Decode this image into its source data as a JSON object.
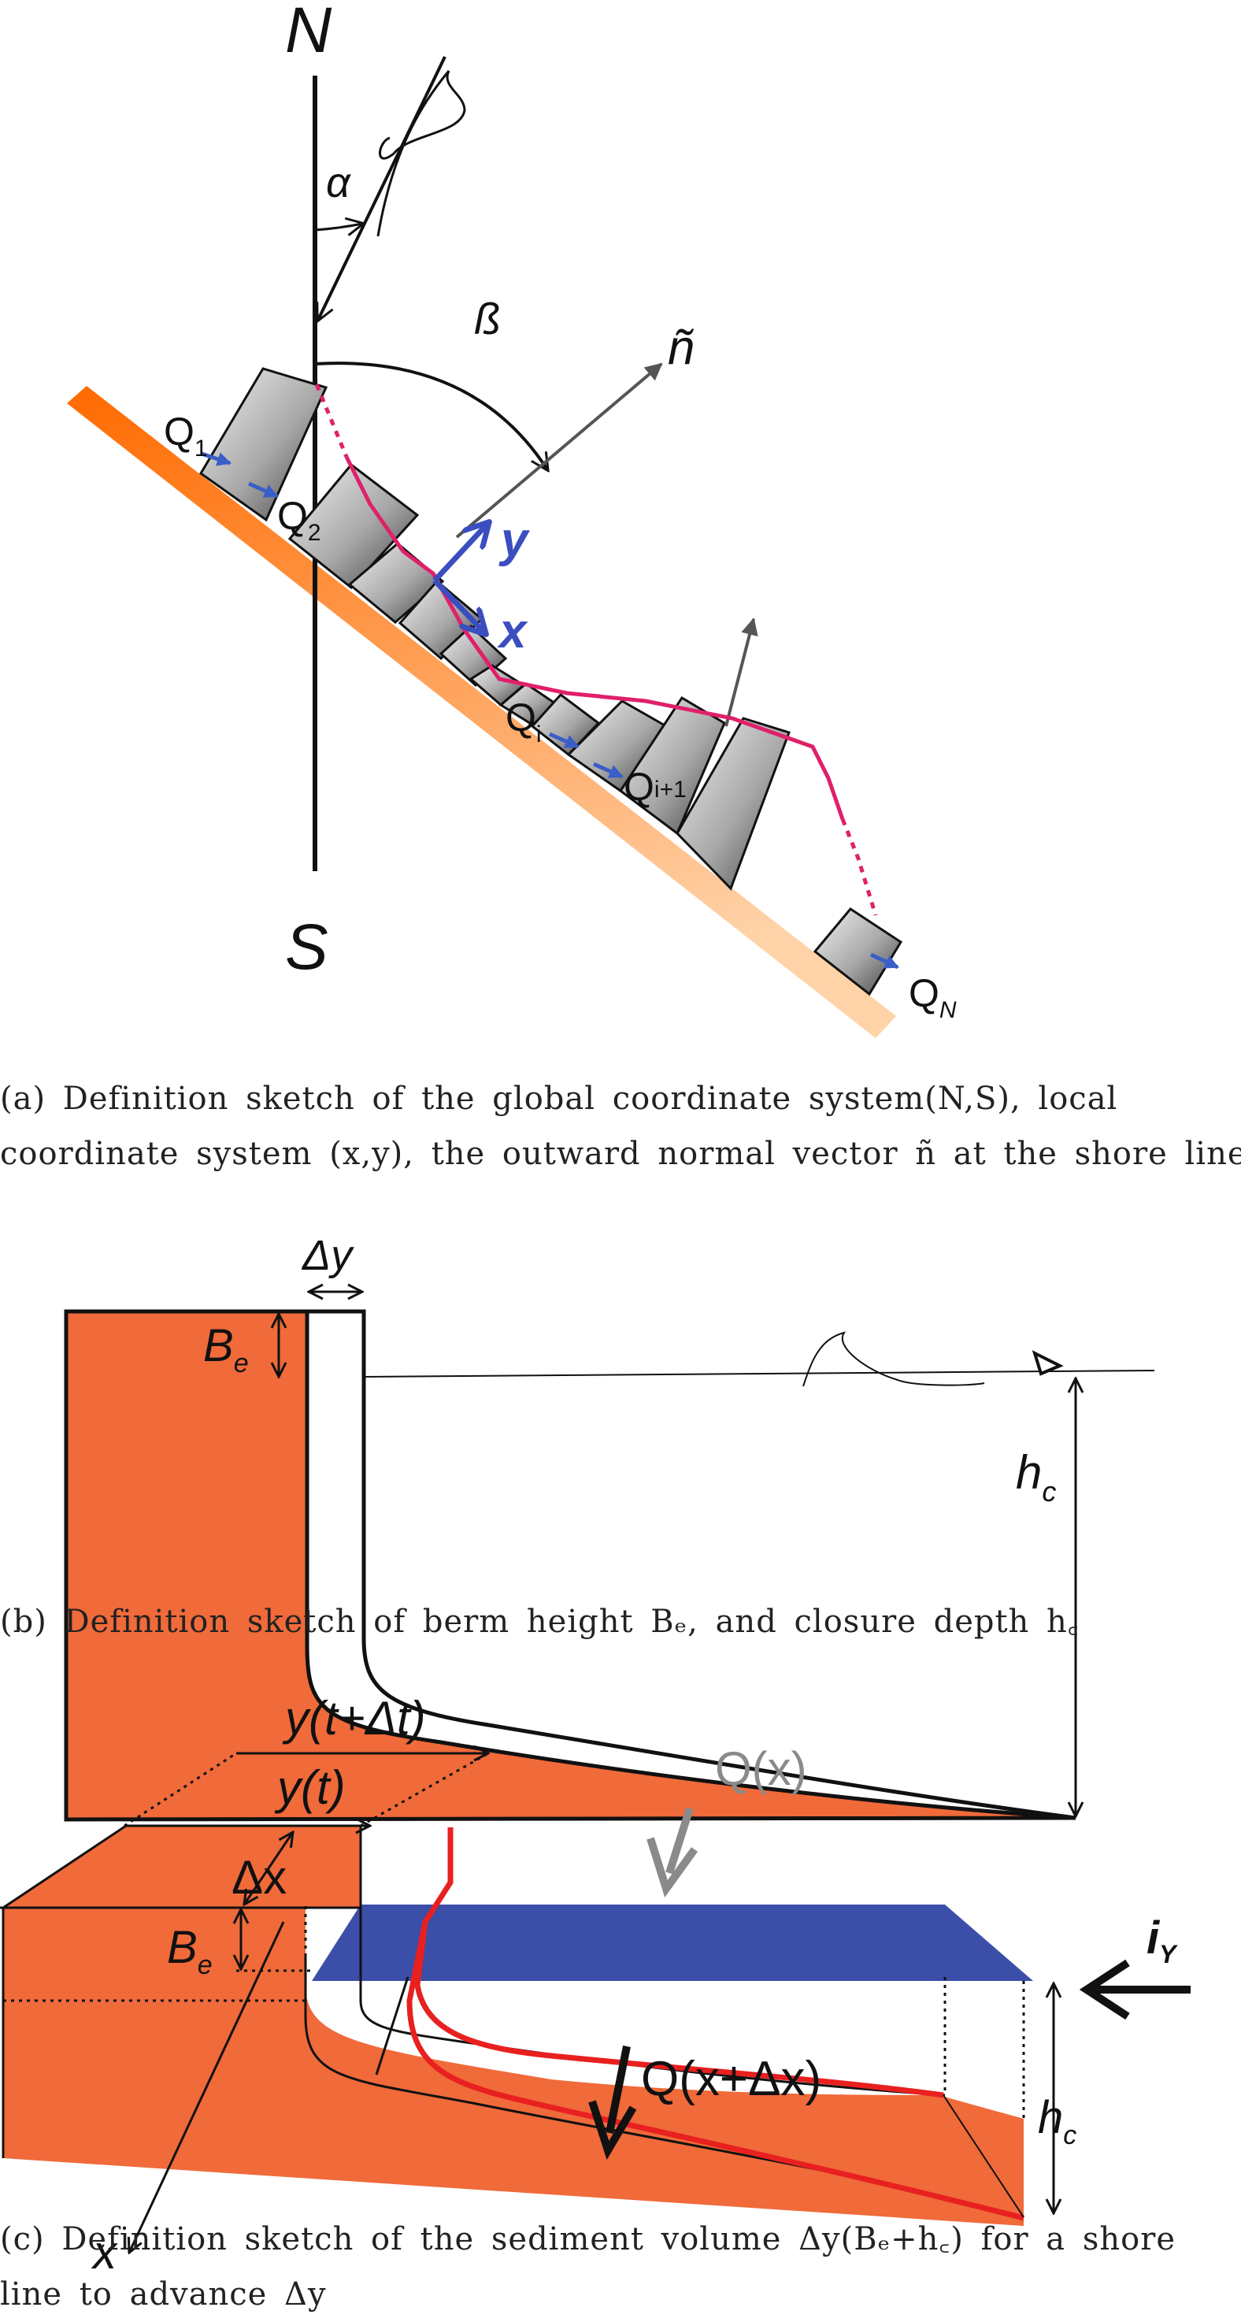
{
  "panel_a": {
    "north_label": "N",
    "south_label": "S",
    "alpha_label": "α",
    "beta_label": "ß",
    "normal_label": "ñ",
    "y_axis_label": "y",
    "x_axis_label": "x",
    "q1_main": "Q",
    "q1_sub": "1",
    "q2_main": "Q",
    "q2_sub": "2",
    "qi_main": "Q",
    "qi_sub": "i",
    "qi1_main": "Q",
    "qi1_sub": "i+1",
    "qn_main": "Q",
    "qn_sub": "N"
  },
  "caption_a": {
    "line1": "(a) Definition sketch of the global coordinate system(N,S), local",
    "line2": "coordinate system (x,y), the outward normal vector ñ at the shore line"
  },
  "panel_b": {
    "delta_y_label": "Δy",
    "be_main": "B",
    "be_sub": "e",
    "hc_main": "h",
    "hc_sub": "c"
  },
  "caption_b": {
    "line1": "(b) Definition sketch of berm height Bₑ, and closure depth h꜀"
  },
  "panel_c": {
    "y_t_dt_label": "y(t+Δt)",
    "y_t_label": "y(t)",
    "q_x_label": "Q(x)",
    "delta_x_label": "Δx",
    "be_main": "B",
    "be_sub": "e",
    "iy_main": "i",
    "iy_sub": "Y",
    "q_x_dx_label": "Q(x+Δx)",
    "hc_main": "h",
    "hc_sub": "c",
    "x_axis_label": "x"
  },
  "caption_c": {
    "line1": "(c) Definition sketch of the sediment volume Δy(Bₑ+h꜀) for a shore",
    "line2": "line to advance Δy"
  },
  "colors": {
    "sediment_orange": "#f06a3a",
    "shoreline_orange": "#ff7a1a",
    "water_blue": "#3b4ea8",
    "shoreline_magenta": "#e0206a",
    "local_axes_blue": "#3a4ec0",
    "advance_red": "#e82020",
    "flux_gray": "#8a8a8a"
  }
}
